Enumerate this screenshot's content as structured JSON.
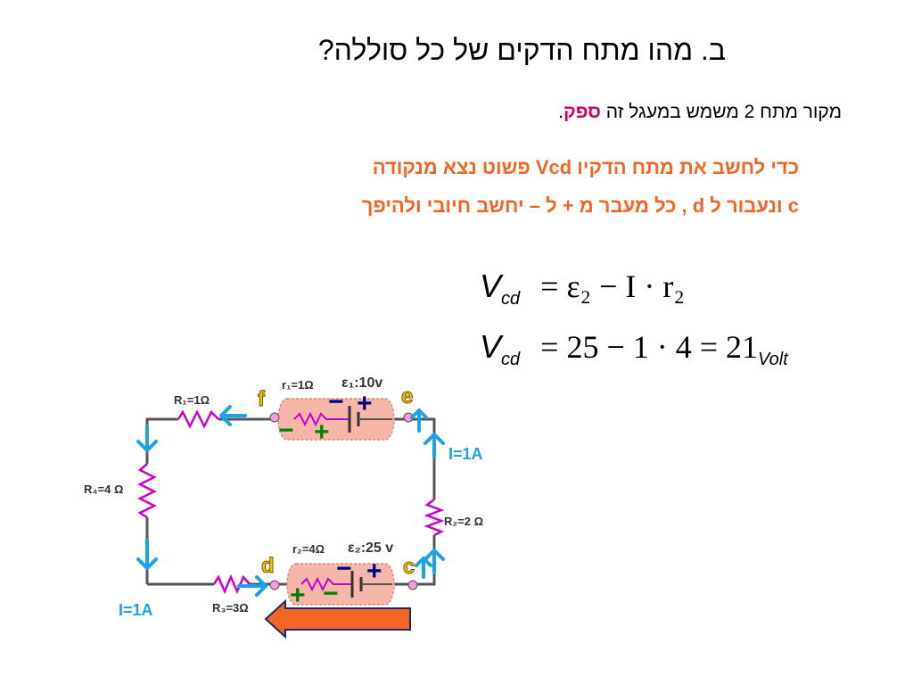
{
  "title": "ב. מהו מתח הדקים של כל סוללה?",
  "note": {
    "prefix": "מקור מתח 2 משמש במעגל זה",
    "emphasis": "ספק",
    "suffix": "."
  },
  "instruction": {
    "line1": "כדי לחשב את מתח הדקיו  Vcd פשוט נצא  מנקודה",
    "line2": "c ונעבור ל d , כל מעבר מ + ל – יחשב חיובי ולהיפך"
  },
  "equations": {
    "eq1": {
      "lhs_symbol": "V",
      "lhs_sub": "cd",
      "rhs_formula": "= ε₂ − I · r₂"
    },
    "eq2": {
      "lhs_symbol": "V",
      "lhs_sub": "cd",
      "rhs_calc": "= 25 − 1 · 4 = 21",
      "unit": "Volt"
    }
  },
  "circuit": {
    "r1_label": "r₁=1Ω",
    "e1_label": "ε₁:10v",
    "r2_label": "r₂=4Ω",
    "e2_label": "ε₂:25 v",
    "R1_label": "R₁=1Ω",
    "R2_label": "R₂=2 Ω",
    "R3_label": "R₃=3Ω",
    "R4_label": "R₄=4 Ω",
    "node_f": "f",
    "node_e": "e",
    "node_d": "d",
    "node_c": "c",
    "current_right": "I=1A",
    "current_left": "I=1A",
    "colors": {
      "wire": "#555555",
      "resistor": "#cc00cc",
      "arrow": "#1aa3e8",
      "node": "#ff99dd",
      "battery_box": "#f7b7a8",
      "minus": "#000080",
      "plus": "#008000",
      "big_arrow": "#f26522",
      "current": "#1aa3e8"
    }
  }
}
